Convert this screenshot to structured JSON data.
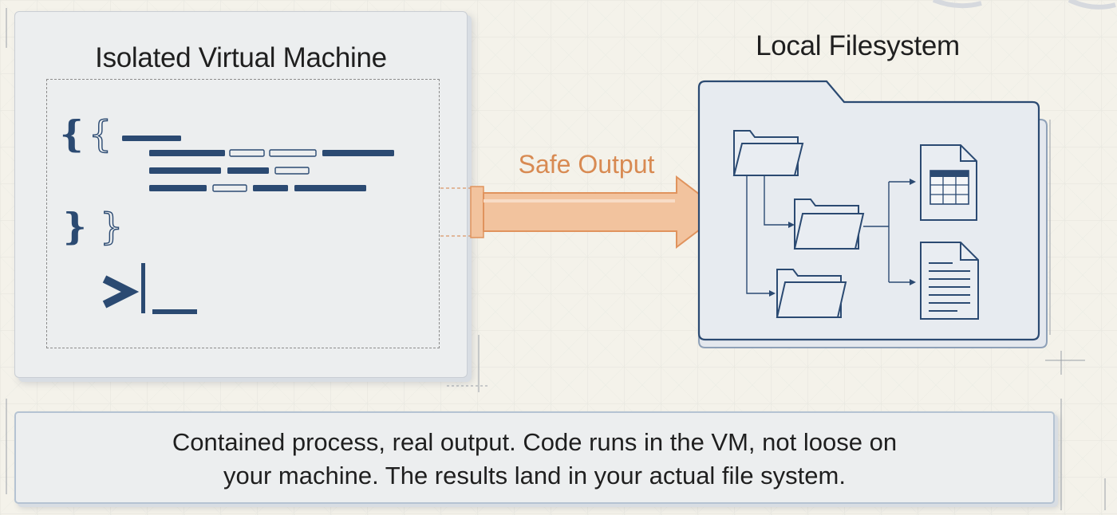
{
  "vm": {
    "title": "Isolated Virtual Machine",
    "code_open_bold": "{",
    "code_open_outline": "{",
    "code_close_bold": "}",
    "code_close_outline": "}",
    "prompt_symbol": ">|_"
  },
  "filesystem": {
    "title": "Local Filesystem"
  },
  "arrow": {
    "label": "Safe Output"
  },
  "caption": {
    "line1": "Contained process, real output. Code runs in the VM, not loose on",
    "line2": "your machine. The results land in your actual file system."
  },
  "colors": {
    "background": "#f4f2ea",
    "panel": "#eceeef",
    "navy": "#2b4a72",
    "arrow_fill": "#f2c39e",
    "arrow_stroke": "#e0935d",
    "label": "#d88a52"
  }
}
